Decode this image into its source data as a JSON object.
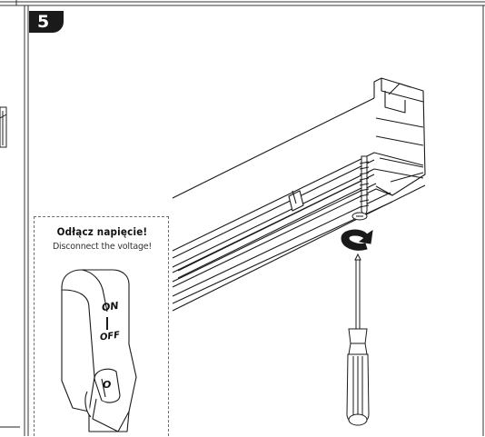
{
  "step": {
    "number": "5"
  },
  "warning": {
    "title": "Odłącz napięcie!",
    "subtitle": "Disconnect the voltage!"
  },
  "switch": {
    "on_label": "ON",
    "off_label": "OFF",
    "button_label": "O"
  },
  "colors": {
    "line": "#1a1a1a",
    "badge": "#1a1a1a",
    "dashed_border": "#6d6d6d",
    "background": "#ffffff"
  },
  "icons": [
    "rotate-arrow-icon",
    "screw-icon",
    "screwdriver-icon",
    "circuit-breaker-icon"
  ]
}
